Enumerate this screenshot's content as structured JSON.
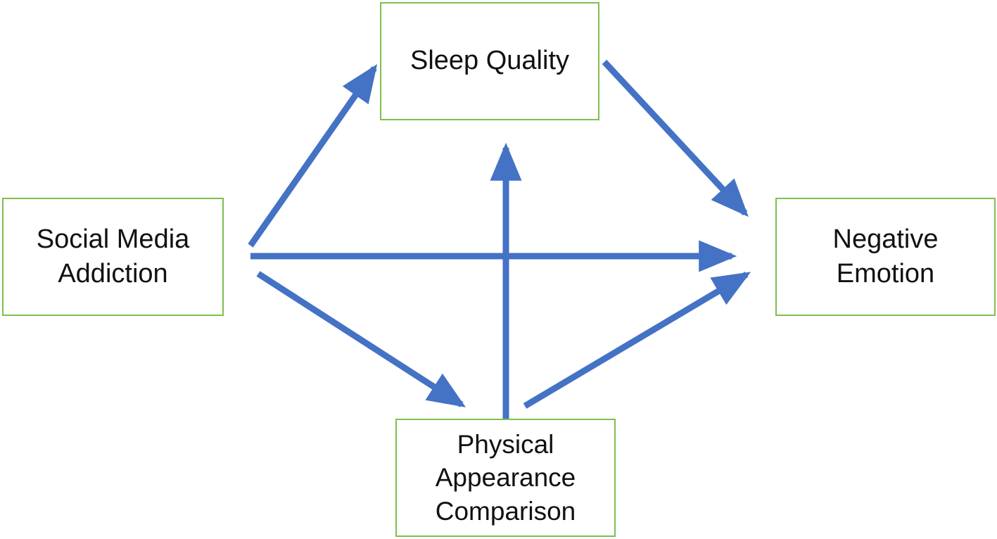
{
  "diagram": {
    "nodes": {
      "sleep_quality": {
        "label": "Sleep Quality"
      },
      "social_media_addiction": {
        "label": "Social Media\nAddiction"
      },
      "negative_emotion": {
        "label": "Negative\nEmotion"
      },
      "physical_appearance_comparison": {
        "label": "Physical\nAppearance\nComparison"
      }
    },
    "edges": [
      {
        "from": "social_media_addiction",
        "to": "sleep_quality"
      },
      {
        "from": "social_media_addiction",
        "to": "negative_emotion"
      },
      {
        "from": "social_media_addiction",
        "to": "physical_appearance_comparison"
      },
      {
        "from": "sleep_quality",
        "to": "negative_emotion"
      },
      {
        "from": "physical_appearance_comparison",
        "to": "negative_emotion"
      },
      {
        "from": "physical_appearance_comparison",
        "to": "sleep_quality"
      }
    ],
    "colors": {
      "arrow": "#4472c4",
      "box_border": "#7fbf4d",
      "text": "#111111"
    }
  }
}
